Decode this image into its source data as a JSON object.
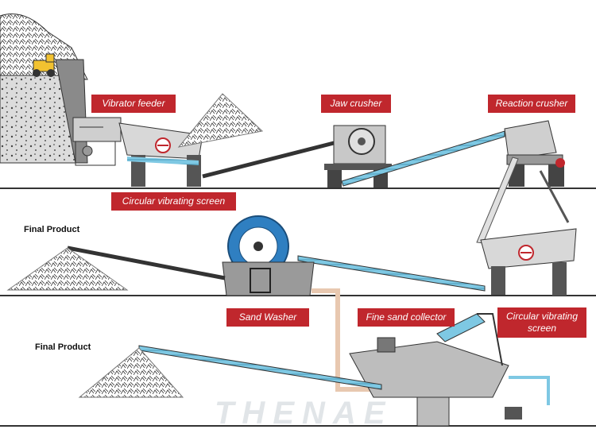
{
  "colors": {
    "label_bg": "#c0272d",
    "conveyor_blue": "#7ec8e3",
    "machine_gray": "#b9b9b9",
    "ground": "#333333",
    "pipe": "#e8c8b0"
  },
  "labels": {
    "vibrator_feeder": "Vibrator feeder",
    "jaw_crusher": "Jaw crusher",
    "reaction_crusher": "Reaction crusher",
    "circular_vibrating_screen_top": "Circular vibrating screen",
    "sand_washer": "Sand  Washer",
    "fine_sand_collector": "Fine sand collector",
    "circular_vibrating_screen_bottom_line1": "Circular vibrating",
    "circular_vibrating_screen_bottom_line2": "screen"
  },
  "final_products": {
    "row2": "Final Product",
    "row3": "Final Product"
  },
  "watermark": "THENAE"
}
